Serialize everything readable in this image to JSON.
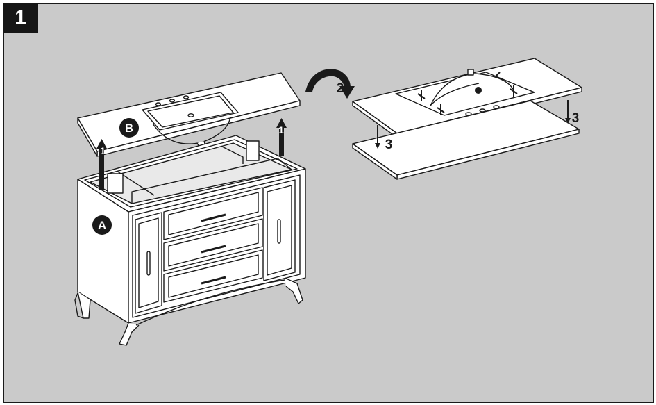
{
  "step_number": "1",
  "parts": {
    "cabinet_label": "A",
    "top_label": "B"
  },
  "steps": {
    "lift": "1",
    "flip": "2",
    "lower": "3"
  },
  "colors": {
    "background": "#cacaca",
    "ink": "#1a1a1a",
    "panel": "#ffffff"
  }
}
